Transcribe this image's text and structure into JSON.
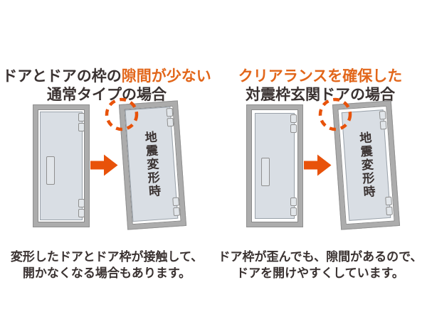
{
  "panels": [
    {
      "id": "normal-type",
      "title_line1_dark": "ドアとドアの枠の",
      "title_line1_orange": "隙間が少ない",
      "title_line2": "通常タイプの場合",
      "door_label": "地震変形時",
      "caption_line1": "変形したドアとドア枠が接触して、",
      "caption_line2": "開かなくなる場合もあります。"
    },
    {
      "id": "quake-resistant-frame",
      "title_line1_dark": "",
      "title_line1_orange": "クリアランスを確保した",
      "title_line2": "対震枠玄関ドアの場合",
      "door_label": "地震変形時",
      "caption_line1": "ドア枠が歪んでも、隙間があるので、",
      "caption_line2": "ドアを開けやすくしています。"
    }
  ],
  "icons": {
    "arrow": "right-arrow-icon",
    "circle": "dashed-corner-highlight-circle-icon"
  },
  "colors": {
    "accent_orange_text": "#e2661a",
    "arrow_orange": "#e8520a",
    "highlight_circle_orange": "#e8520a",
    "text_dark": "#3a3231",
    "door_frame_gray": "#acacac",
    "door_frame_edge": "#8b8b8b",
    "door_panel_fill": "#d9dee4",
    "door_panel_edge": "#99a1a9",
    "background": "#ffffff"
  }
}
